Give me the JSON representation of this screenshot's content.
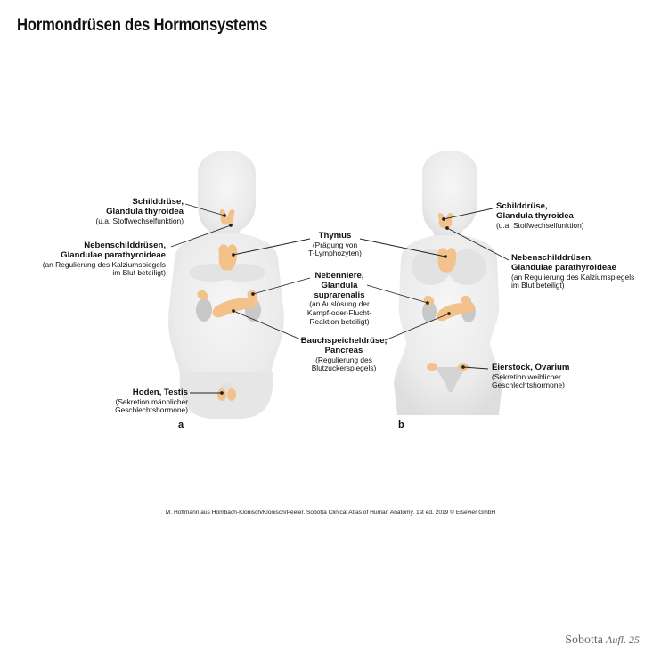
{
  "title": "Hormondrüsen des Hormonsystems",
  "labels": {
    "a_thyroid": {
      "name": "Schilddrüse,",
      "latin": "Glandula thyroidea",
      "desc": [
        "(u.a. Stoffwechselfunktion)"
      ]
    },
    "a_parathyroid": {
      "name": "Nebenschilddrüsen,",
      "latin": "Glandulae parathyroideae",
      "desc": [
        "(an Regulierung des Kalziumspiegels",
        "im Blut beteiligt)"
      ]
    },
    "a_testis": {
      "name": "Hoden, Testis",
      "desc": [
        "(Sekretion männlicher",
        "Geschlechtshormone)"
      ]
    },
    "thymus": {
      "name": "Thymus",
      "desc": [
        "(Prägung von",
        "T-Lymphozyten)"
      ]
    },
    "adrenal": {
      "name": "Nebenniere,",
      "latin": "Glandula",
      "latin2": "suprarenalis",
      "desc": [
        "(an Auslösung der",
        "Kampf-oder-Flucht-",
        "Reaktion beteiligt)"
      ]
    },
    "pancreas": {
      "name": "Bauchspeicheldrüse,",
      "latin": "Pancreas",
      "desc": [
        "(Regulierung des",
        "Blutzuckerspiegels)"
      ]
    },
    "b_thyroid": {
      "name": "Schilddrüse,",
      "latin": "Glandula thyroidea",
      "desc": [
        "(u.a. Stoffwechselfunktion)"
      ]
    },
    "b_parathyroid": {
      "name": "Nebenschilddrüsen,",
      "latin": "Glandulae parathyroideae",
      "desc": [
        "(an Regulierung des Kalziumspiegels",
        "im Blut beteiligt)"
      ]
    },
    "b_ovary": {
      "name": "Eierstock, Ovarium",
      "desc": [
        "(Sekretion weiblicher",
        "Geschlechtshormone)"
      ]
    }
  },
  "panels": {
    "a": "a",
    "b": "b"
  },
  "credit": "M. Hoffmann aus Hombach-Klonisch/Klonisch/Peeler. Sobotta Clinical Atlas of Human Anatomy. 1st ed. 2019 © Elsevier GmbH",
  "brand": {
    "name": "Sobotta",
    "edition": "Aufl. 25"
  },
  "colors": {
    "gland": "#f2c28a",
    "gland_dark": "#e4a76a",
    "body": "#ececec",
    "organ": "#c9c9c9"
  }
}
